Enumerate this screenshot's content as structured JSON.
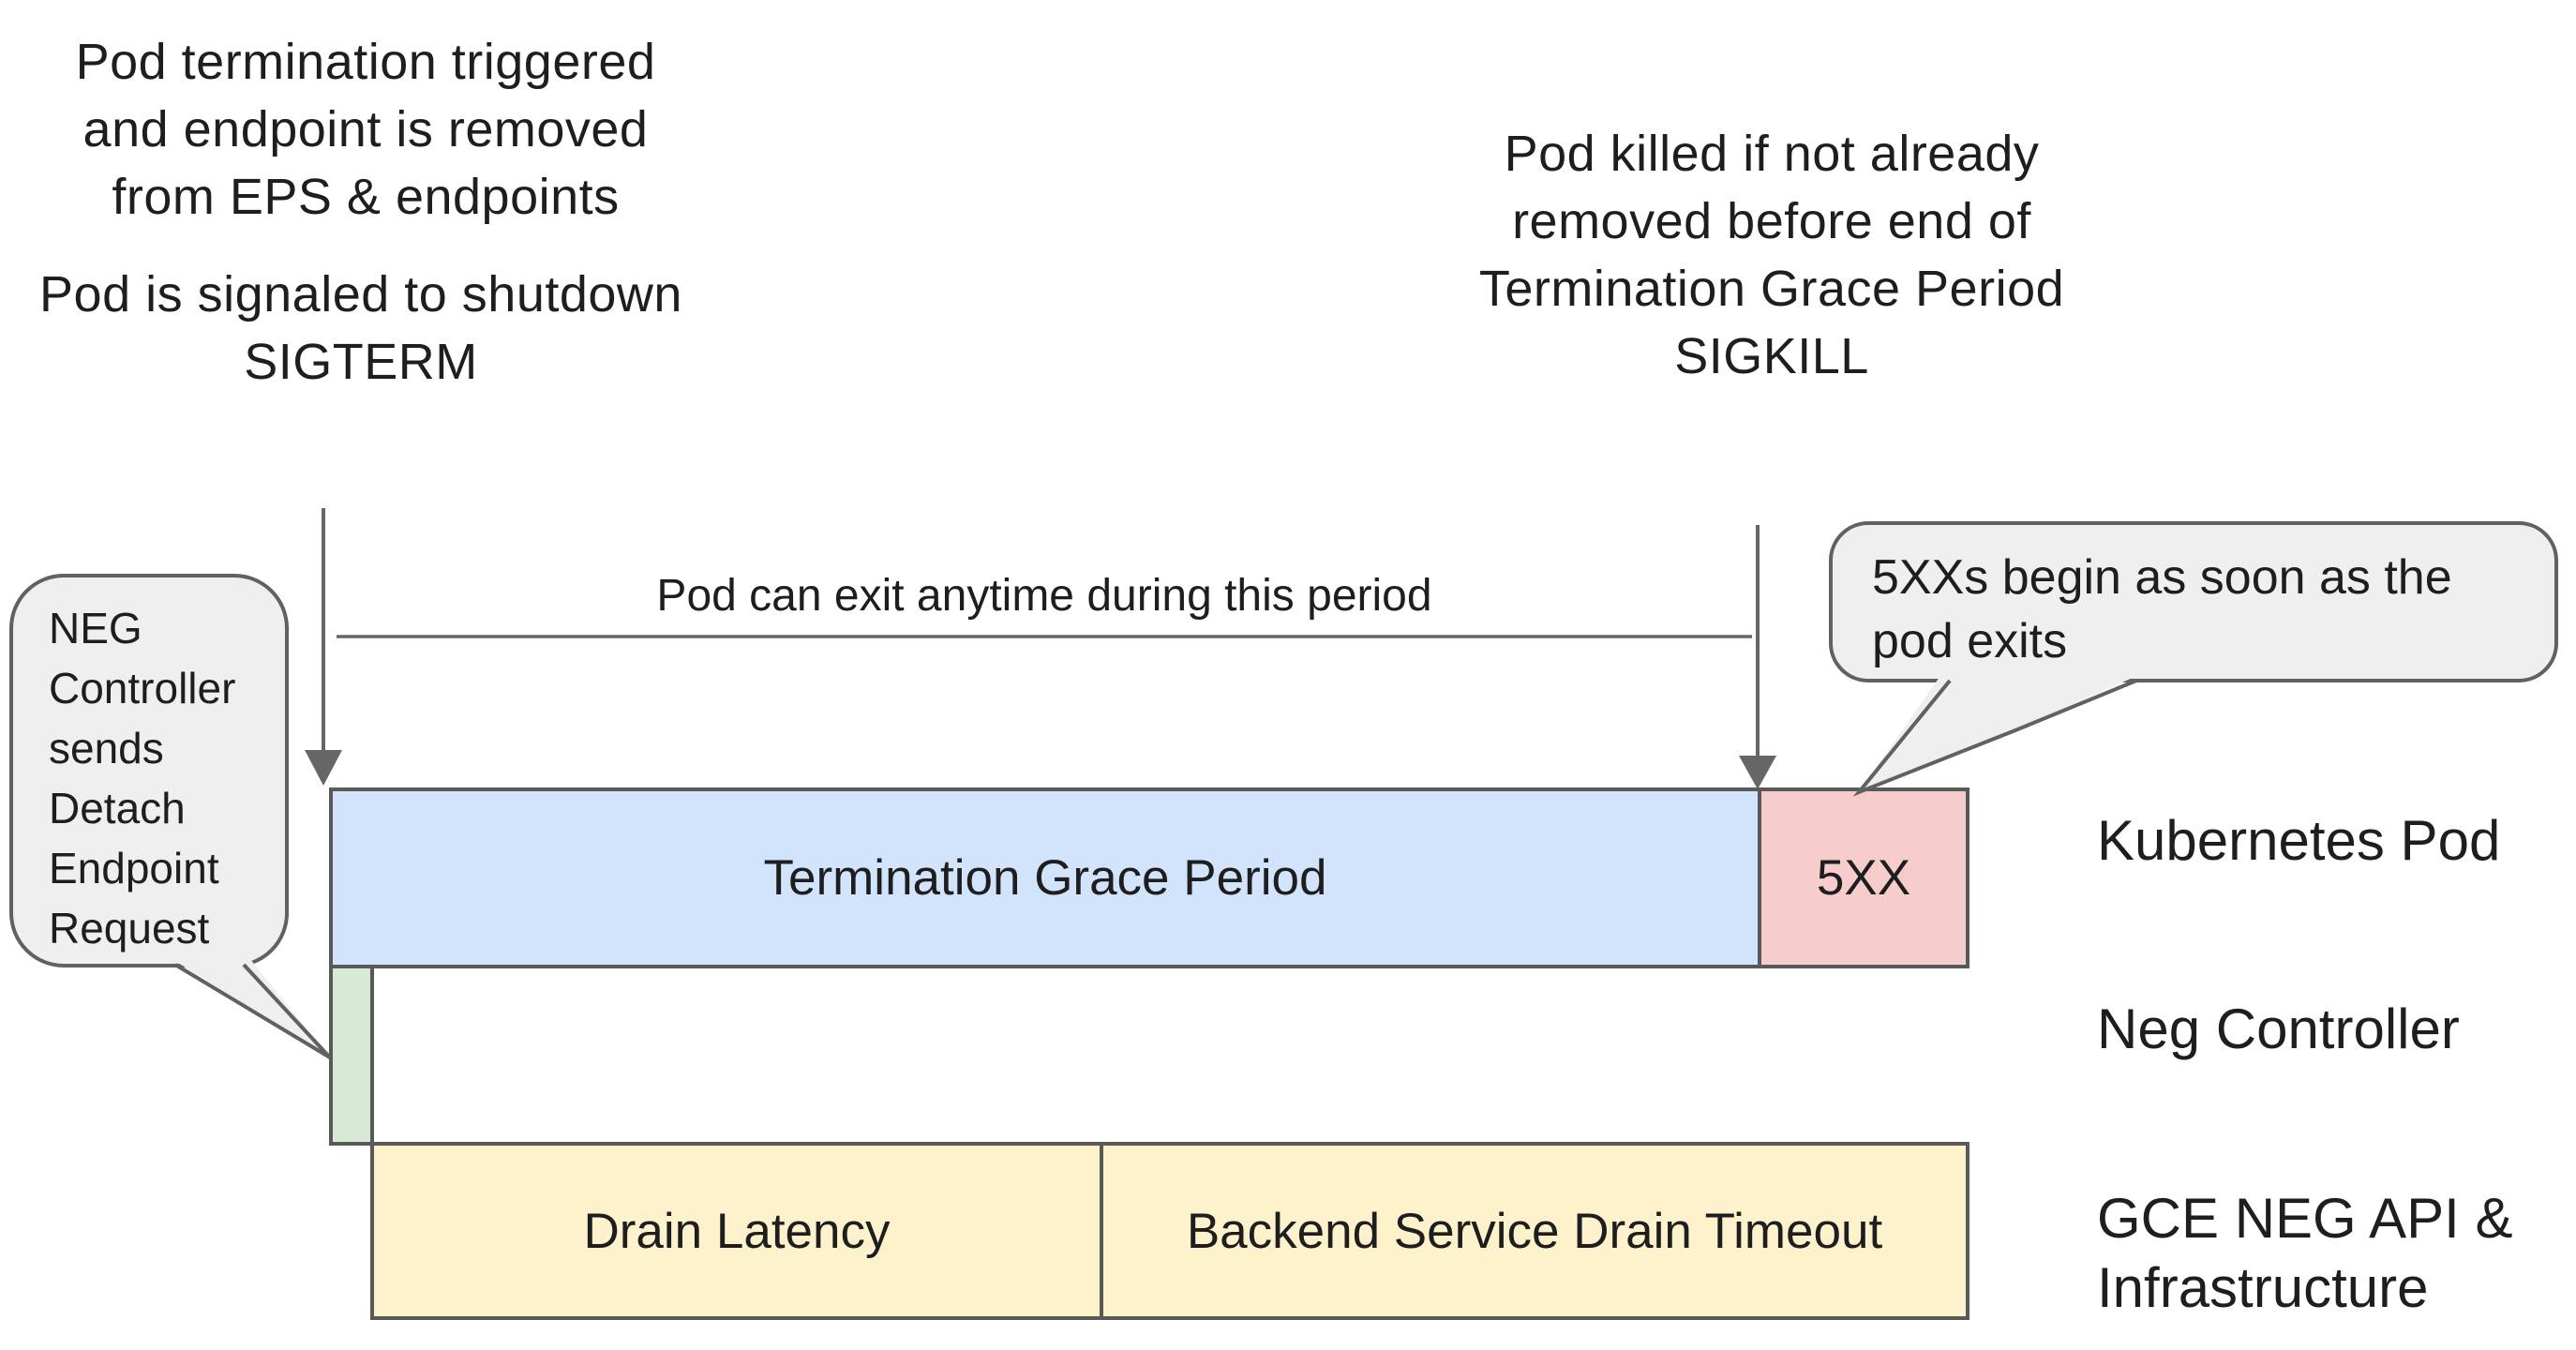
{
  "notes": {
    "pod_termination": {
      "lines": [
        "Pod termination triggered",
        "and endpoint is removed",
        "from EPS & endpoints"
      ]
    },
    "pod_signaled": {
      "lines": [
        "Pod is signaled to shutdown",
        "SIGTERM"
      ]
    },
    "pod_killed": {
      "lines": [
        "Pod killed if not already",
        "removed before end of",
        "Termination Grace Period",
        "SIGKILL"
      ]
    }
  },
  "callouts": {
    "neg_controller": {
      "lines": [
        "NEG",
        "Controller",
        "sends",
        "Detach",
        "Endpoint",
        "Request"
      ]
    },
    "fivexx_begin": {
      "lines": [
        "5XXs begin as soon as the",
        "pod exits"
      ]
    }
  },
  "timeline": {
    "exit_period_label": "Pod can exit anytime during this period",
    "bars": {
      "termination_grace": {
        "label": "Termination Grace Period",
        "color": "#d2e3fc"
      },
      "fivexx": {
        "label": "5XX",
        "color": "#f7cdcb"
      },
      "detach_endpoint": {
        "label": "",
        "color": "#d7ead6"
      },
      "drain_latency": {
        "label": "Drain Latency",
        "color": "#fdf2cc"
      },
      "backend_drain": {
        "label": "Backend Service Drain Timeout",
        "color": "#fdf2cc"
      }
    }
  },
  "rows": {
    "kubernetes_pod": {
      "label": "Kubernetes Pod"
    },
    "neg_controller": {
      "label": "Neg Controller"
    },
    "gce_neg": {
      "lines": [
        "GCE NEG API &",
        "Infrastructure"
      ]
    }
  },
  "colors": {
    "bar_border": "#595959",
    "arrow": "#666666",
    "callout_bg": "#efefef",
    "callout_border": "#616161",
    "text": "#1e1e1e"
  }
}
